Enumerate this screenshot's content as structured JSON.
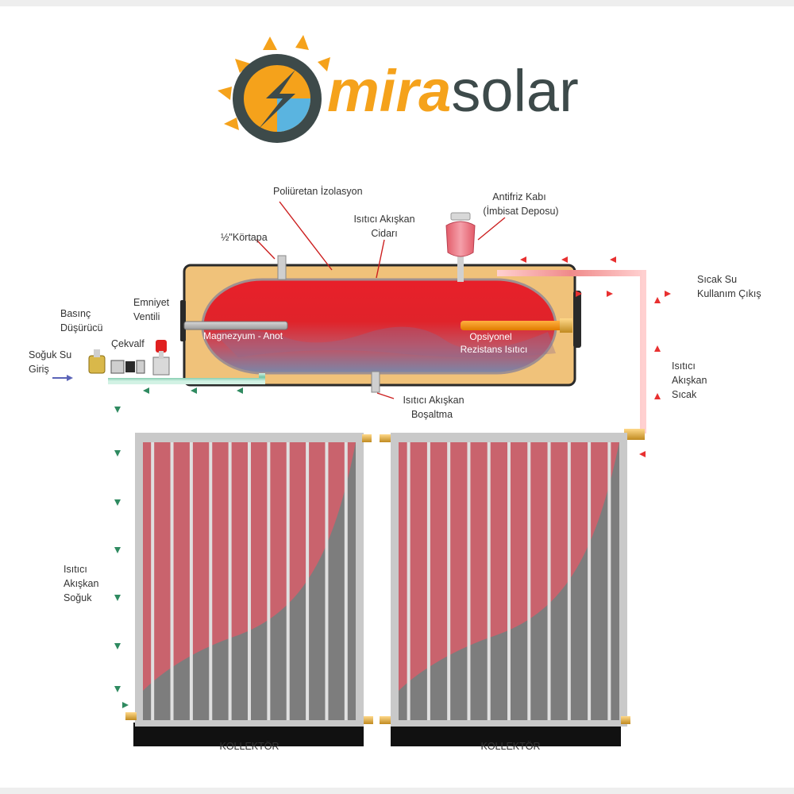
{
  "brand": {
    "name_part1": "mira",
    "name_part2": "solar",
    "colors": {
      "orange": "#f5a21b",
      "dark": "#3d4a4a",
      "blue": "#5ab4e0"
    }
  },
  "labels": {
    "insulation": "Poliüretan İzolasyon",
    "plug": "½\"Körtapa",
    "fluid_wall_1": "Isıtıcı Akışkan",
    "fluid_wall_2": "Cidarı",
    "antifreeze_1": "Antifriz Kabı",
    "antifreeze_2": "(İmbisat Deposu)",
    "hot_out_1": "Sıcak Su",
    "hot_out_2": "Kullanım Çıkış",
    "pressure_1": "Basınç",
    "pressure_2": "Düşürücü",
    "safety_1": "Emniyet",
    "safety_2": "Ventili",
    "check_valve": "Çekvalf",
    "cold_in_1": "Soğuk Su",
    "cold_in_2": "Giriş",
    "anode": "Magnezyum - Anot",
    "heater_1": "Opsiyonel",
    "heater_2": "Rezistans Isıtıcı",
    "drain_1": "Isıtıcı Akışkan",
    "drain_2": "Boşaltma",
    "hot_fluid_1": "Isıtıcı",
    "hot_fluid_2": "Akışkan",
    "hot_fluid_3": "Sıcak",
    "cold_fluid_1": "Isıtıcı",
    "cold_fluid_2": "Akışkan",
    "cold_fluid_3": "Soğuk",
    "collector_left": "KOLLEKTÖR",
    "collector_right": "KOLLEKTÖR"
  },
  "colors": {
    "tank_red": "#e0232a",
    "insulation": "#f0c27a",
    "hot_pipe": "#f2a0a0",
    "cold_pipe": "#8fd2b8",
    "collector_red": "#c9636d",
    "collector_gray": "#7d7d7d",
    "frame": "#c7c7c7",
    "leader": "#cc1f1f"
  }
}
